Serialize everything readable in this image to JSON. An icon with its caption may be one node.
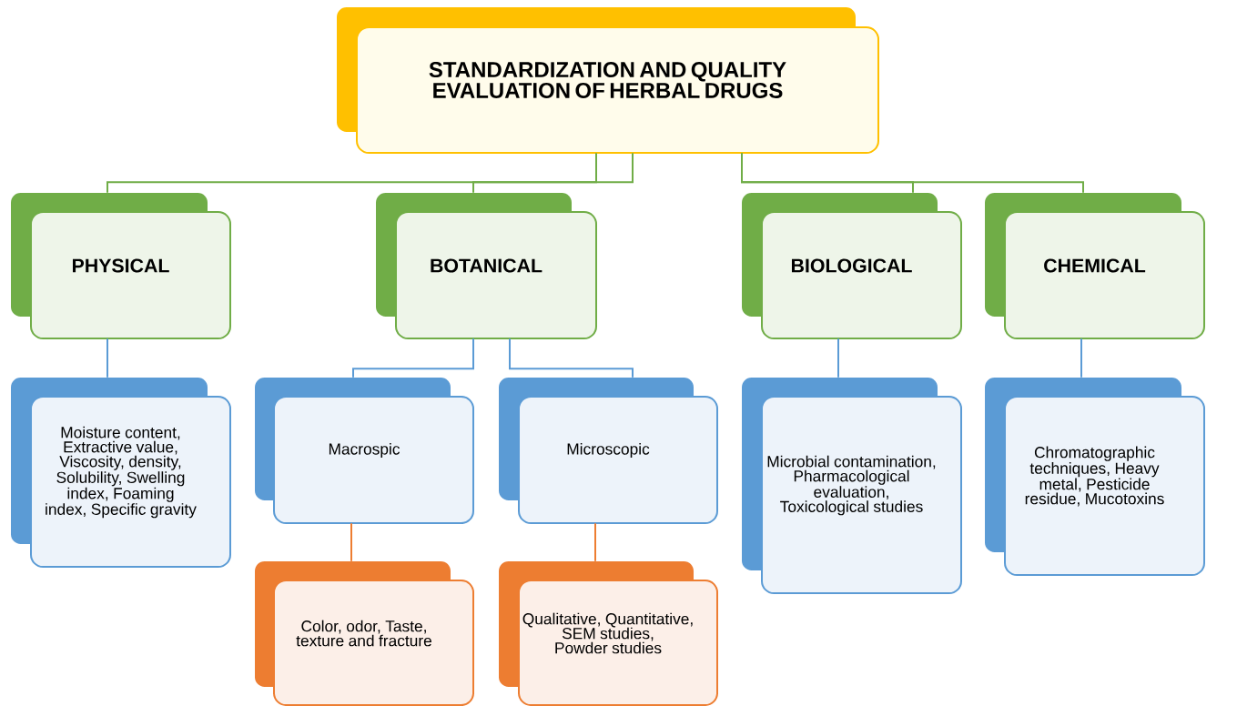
{
  "diagram": {
    "nodes": [
      {
        "text": [
          "STANDARDIZATION AND QUALITY EVALUATION OF HERBAL DRUGS"
        ]
      },
      {
        "text": [
          "PHYSICAL"
        ]
      },
      {
        "text": [
          "Moisture content, Extractive value, Viscosity, density, Solubility, Swelling index, Foaming index, Specific gravity"
        ]
      },
      {
        "text": [
          "BOTANICAL"
        ]
      },
      {
        "text": [
          "Macrospic"
        ]
      },
      {
        "text": [
          "Microscopic"
        ]
      },
      {
        "text": [
          "Color, odor, Taste, texture and fracture"
        ]
      },
      {
        "text": [
          "Qualitative, Quantitative, SEM studies, Powder studies"
        ]
      },
      {
        "text": [
          "BIOLOGICAL"
        ]
      },
      {
        "text": [
          "Microbial contamination, Pharmacological evaluation, Toxicological studies"
        ]
      },
      {
        "text": [
          "CHEMICAL"
        ]
      },
      {
        "text": [
          "Chromatographic techniques, Heavy metal, Pesticide residue, Mucotoxins"
        ]
      }
    ],
    "edges": [
      {
        "from": 0,
        "to": 1,
        "arrow": "none",
        "color": "#70ad47"
      },
      {
        "from": 0,
        "to": 3,
        "arrow": "none",
        "color": "#70ad47"
      },
      {
        "from": 0,
        "to": 8,
        "arrow": "none",
        "color": "#70ad47"
      },
      {
        "from": 0,
        "to": 10,
        "arrow": "none",
        "color": "#70ad47"
      },
      {
        "from": 1,
        "to": 2,
        "arrow": "none"
      },
      {
        "from": 3,
        "to": 4,
        "arrow": "none"
      },
      {
        "from": 3,
        "to": 5,
        "arrow": "none"
      },
      {
        "from": 4,
        "to": 6,
        "arrow": "none",
        "color": "#ed7d31"
      },
      {
        "from": 5,
        "to": 7,
        "arrow": "none",
        "color": "#ed7d31"
      },
      {
        "from": 8,
        "to": 9,
        "arrow": "none"
      },
      {
        "from": 10,
        "to": 11,
        "arrow": "none"
      }
    ]
  }
}
